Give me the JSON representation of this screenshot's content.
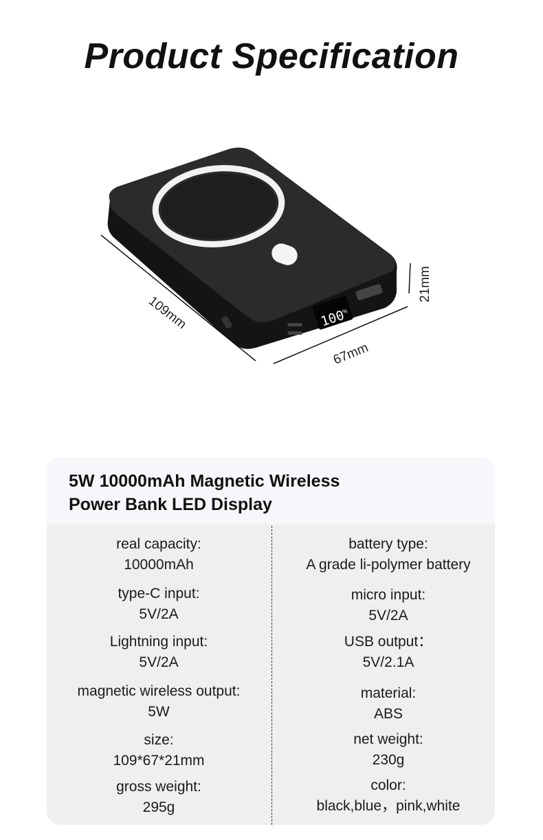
{
  "page_title": "Product Specification",
  "product": {
    "display_reading": "100",
    "display_unit": "%",
    "dimensions": {
      "length": "109mm",
      "width": "67mm",
      "height": "21mm"
    }
  },
  "spec_card": {
    "title_line1": "5W 10000mAh Magnetic Wireless",
    "title_line2": "Power Bank LED Display",
    "left": [
      {
        "label": "real capacity:",
        "value": "10000mAh"
      },
      {
        "label": "type-C input:",
        "value": "5V/2A"
      },
      {
        "label": "Lightning input:",
        "value": "5V/2A"
      },
      {
        "label": "magnetic wireless output:",
        "value": "5W"
      },
      {
        "label": "size:",
        "value": "109*67*21mm"
      },
      {
        "label": "gross weight:",
        "value": "295g"
      }
    ],
    "right": [
      {
        "label": "battery type:",
        "value": "A grade li-polymer battery"
      },
      {
        "label": "micro input:",
        "value": "5V/2A"
      },
      {
        "label": "USB output：",
        "value": "5V/2.1A"
      },
      {
        "label": "material:",
        "value": "ABS"
      },
      {
        "label": "net weight:",
        "value": "230g"
      },
      {
        "label": "color:",
        "value": "black,blue，pink,white"
      }
    ]
  }
}
